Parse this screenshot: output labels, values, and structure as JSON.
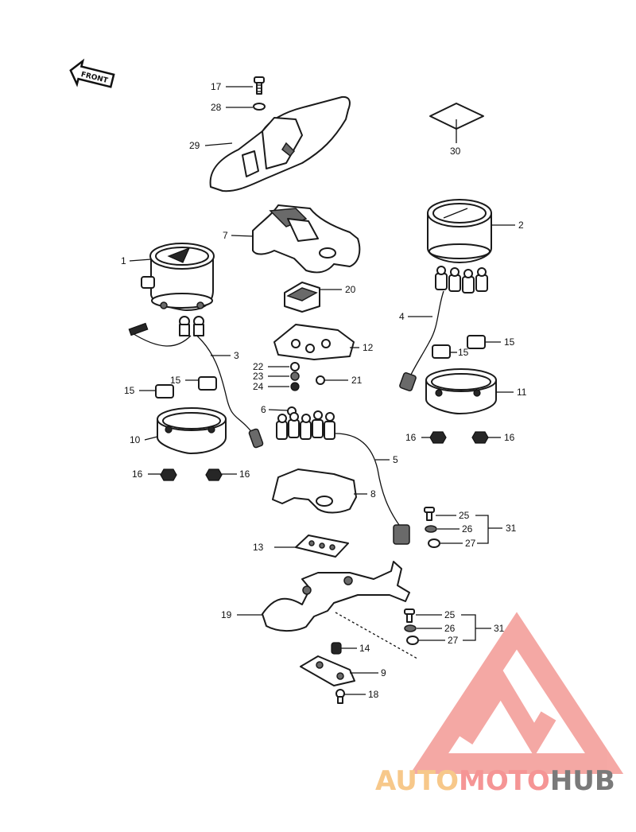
{
  "direction_label": "FRONT",
  "watermark": {
    "parts": [
      "AUTO",
      "MOTO",
      "HUB"
    ],
    "colors": [
      "#f7c88a",
      "#f59595",
      "#7a7a7a"
    ],
    "logo_color": "#f39a95"
  },
  "callouts": [
    "1",
    "2",
    "3",
    "4",
    "5",
    "6",
    "7",
    "8",
    "9",
    "10",
    "11",
    "12",
    "13",
    "14",
    "15",
    "16",
    "17",
    "18",
    "19",
    "20",
    "21",
    "22",
    "23",
    "24",
    "25",
    "26",
    "27",
    "28",
    "29",
    "30",
    "31"
  ]
}
